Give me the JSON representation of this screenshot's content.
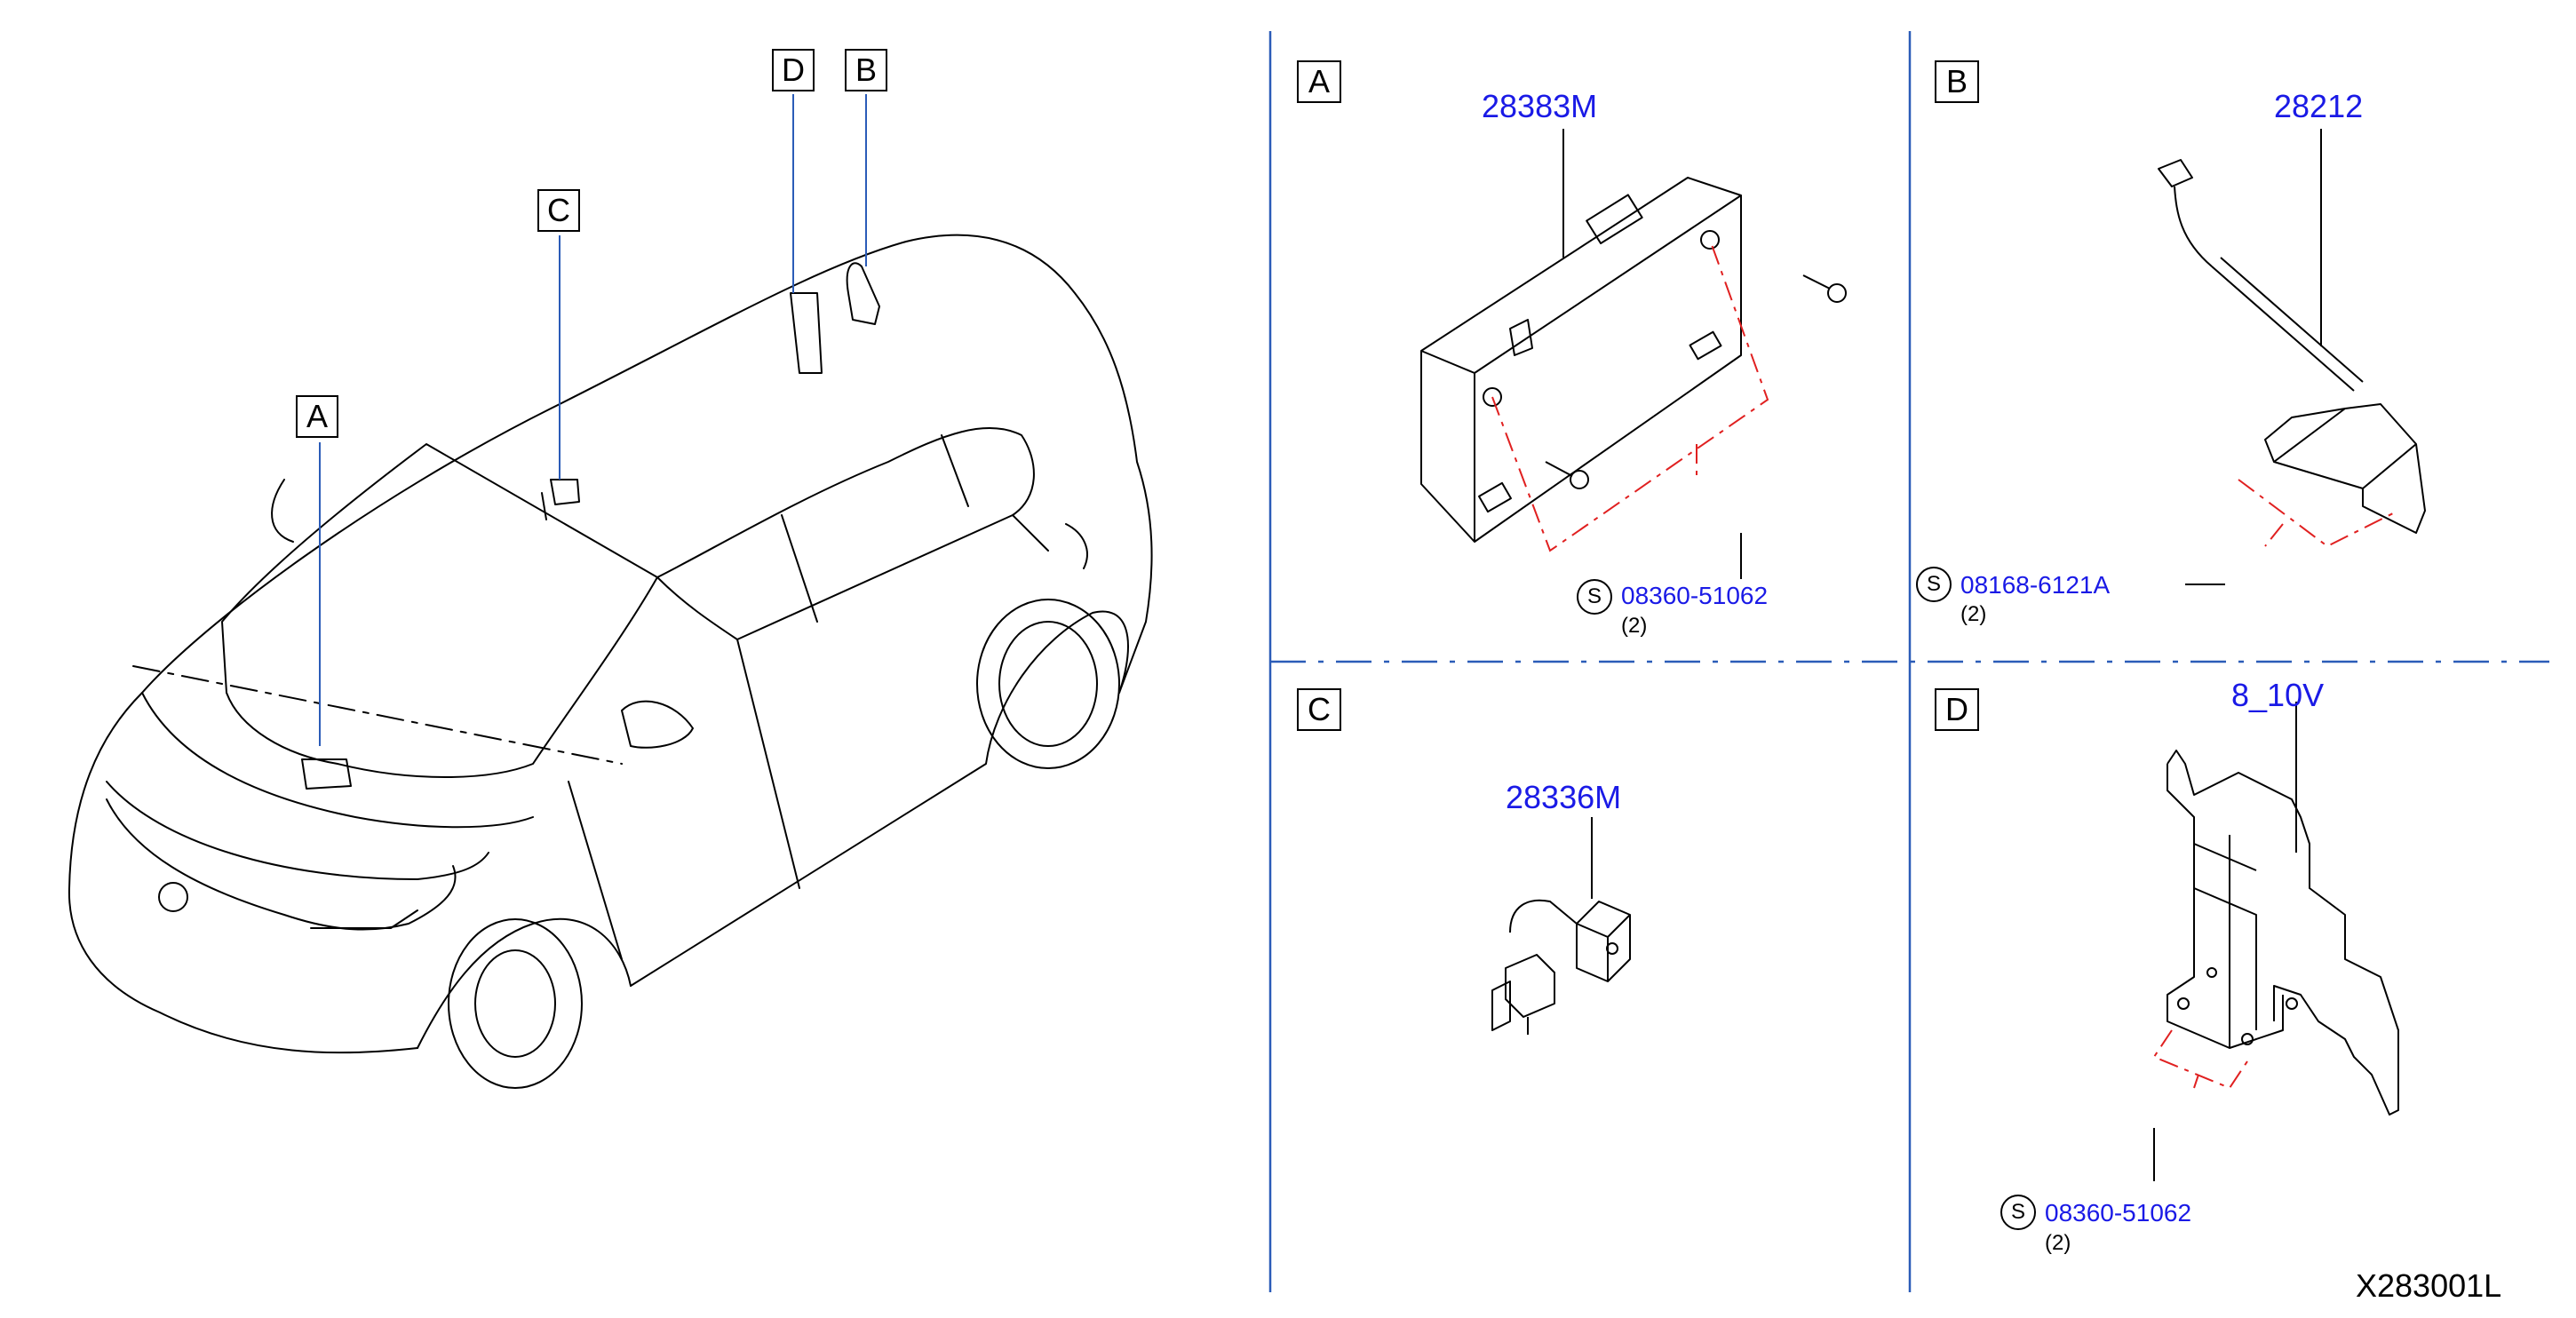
{
  "overview": {
    "callouts": [
      "A",
      "B",
      "C",
      "D"
    ]
  },
  "panels": {
    "A": {
      "letter": "A",
      "part_number": "28383M",
      "screw": {
        "symbol": "S",
        "number": "08360-51062",
        "qty": "(2)"
      }
    },
    "B": {
      "letter": "B",
      "part_number": "28212",
      "screw": {
        "symbol": "S",
        "number": "08168-6121A",
        "qty": "(2)"
      }
    },
    "C": {
      "letter": "C",
      "part_number": "28336M"
    },
    "D": {
      "letter": "D",
      "part_number": "8_10V",
      "screw": {
        "symbol": "S",
        "number": "08360-51062",
        "qty": "(2)"
      }
    }
  },
  "diagram_code": "X283001L",
  "colors": {
    "line": "#000000",
    "part_number": "#1a1ae6",
    "divider": "#2b5cb8",
    "dash": "#e02020"
  }
}
